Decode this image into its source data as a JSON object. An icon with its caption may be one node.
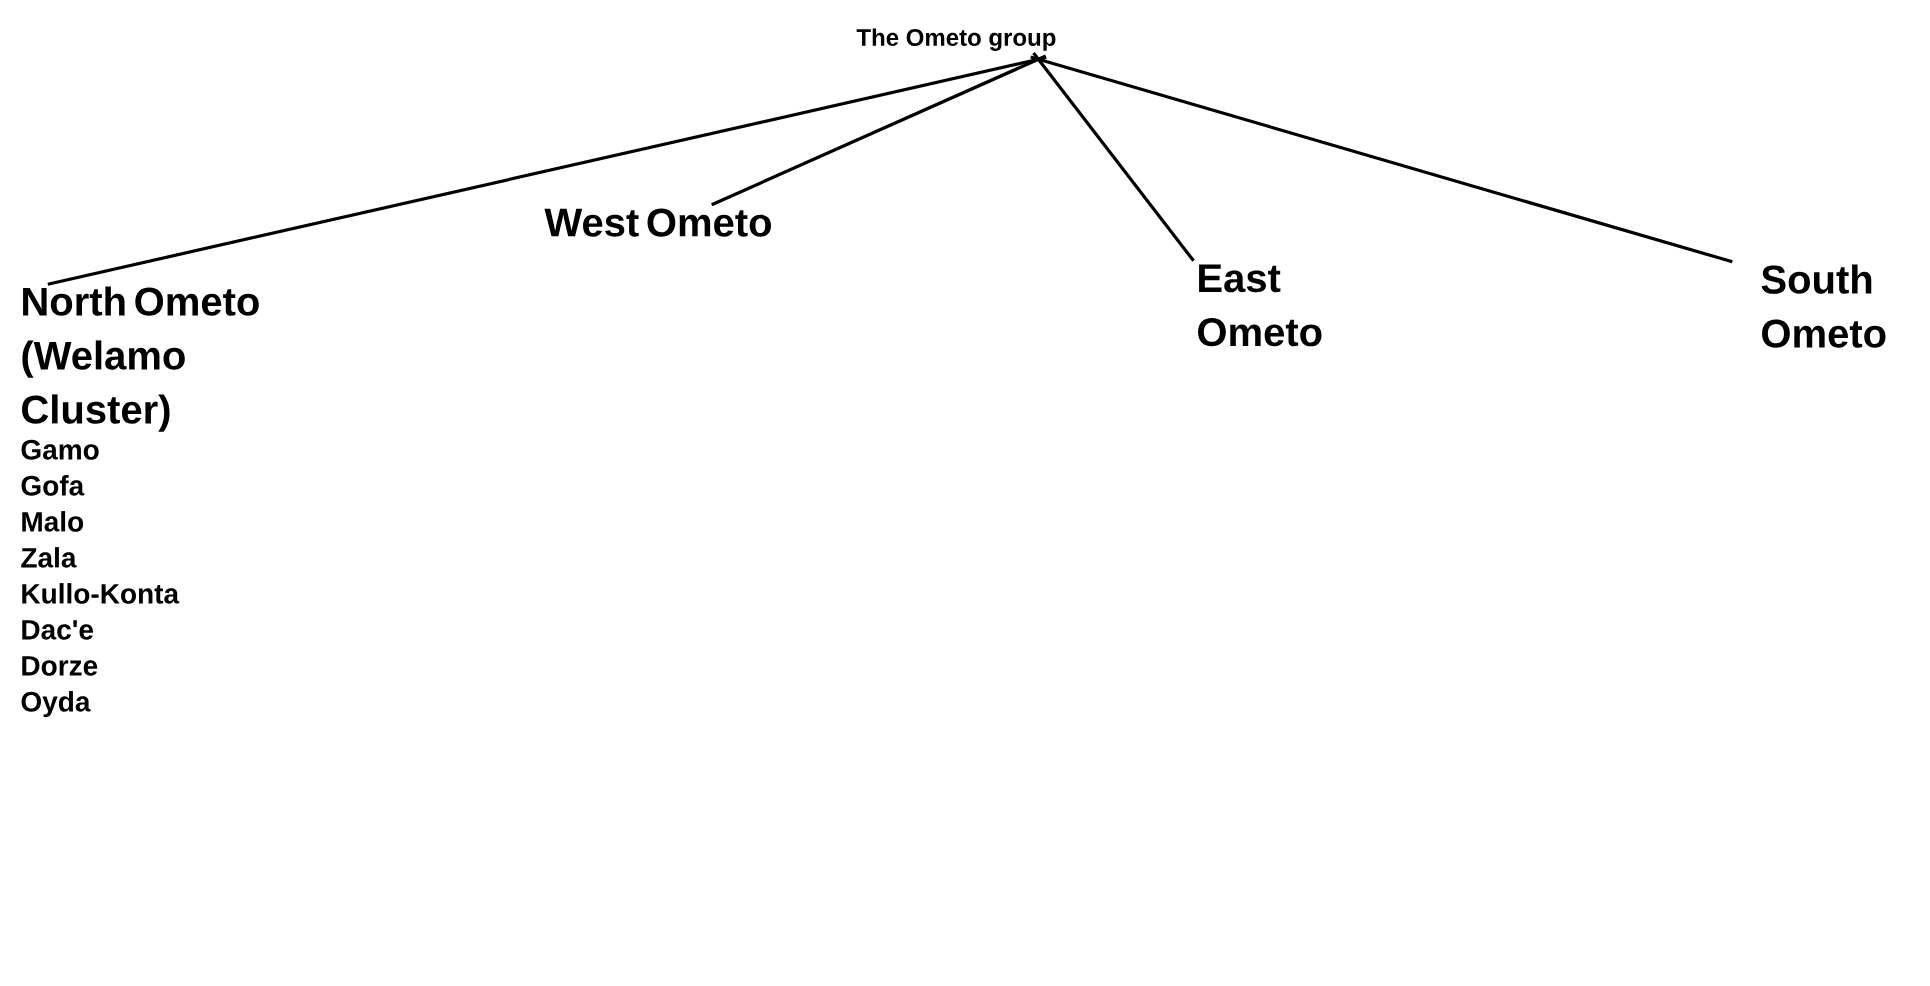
{
  "diagram": {
    "nodes": [
      {
        "text": [
          "The Ometo group"
        ]
      },
      {
        "text": [
          "North Ometo (Welamo Cluster)",
          "Gamo",
          "Gofa",
          "Malo",
          "Zala",
          "Kullo-Konta",
          "Dac'e",
          "Dorze",
          "Oyda"
        ]
      },
      {
        "text": [
          "West Ometo"
        ]
      },
      {
        "text": [
          "East Ometo"
        ]
      },
      {
        "text": [
          "South Ometo"
        ]
      }
    ],
    "edges": [
      {
        "from": 0,
        "to": 1,
        "arrow": "none"
      },
      {
        "from": 0,
        "to": 2,
        "arrow": "none"
      },
      {
        "from": 0,
        "to": 3,
        "arrow": "none"
      },
      {
        "from": 0,
        "to": 4,
        "arrow": "none"
      }
    ]
  }
}
